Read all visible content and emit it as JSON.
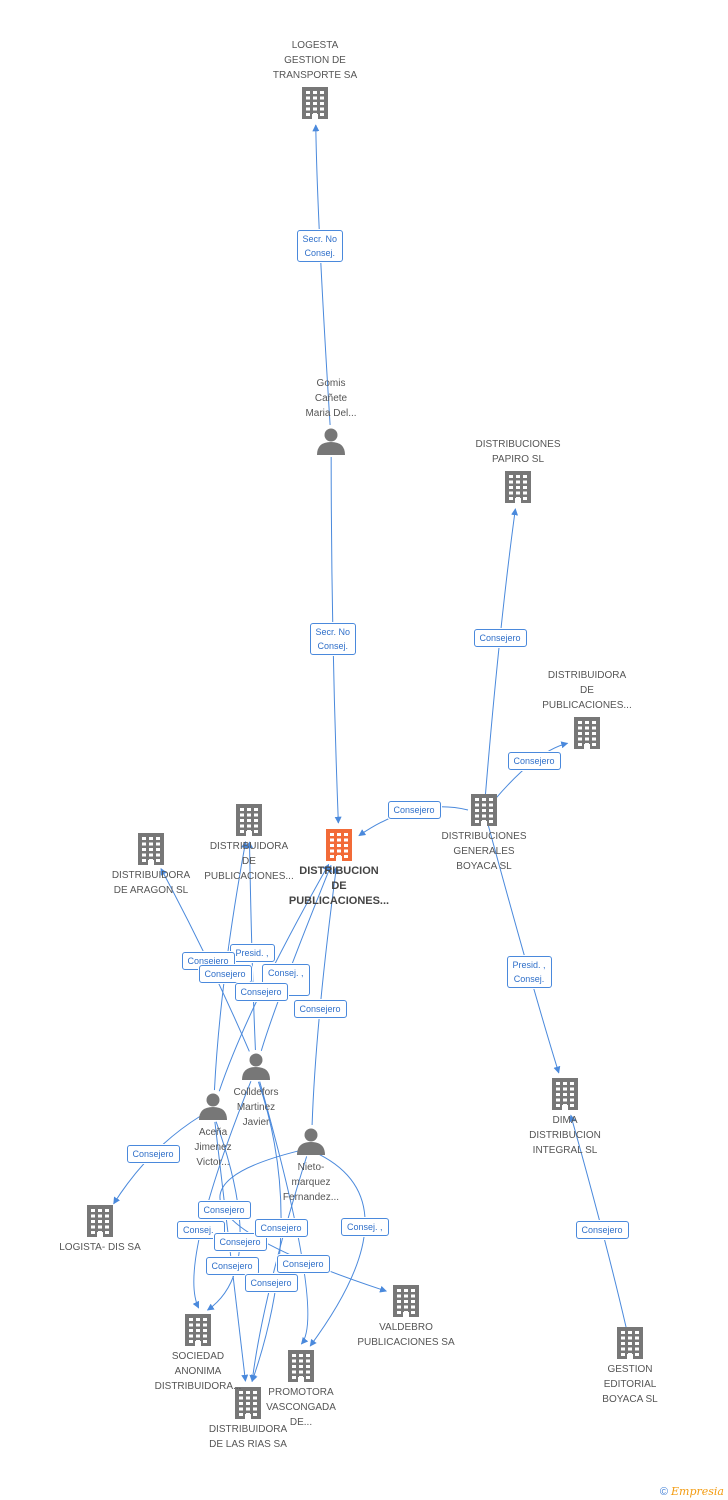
{
  "colors": {
    "edge": "#4a89dc",
    "node": "#777777",
    "focus": "#f26b38"
  },
  "nodes": [
    {
      "id": "logesta",
      "type": "company",
      "label": "LOGESTA\nGESTION DE\nTRANSPORTE SA"
    },
    {
      "id": "gomis",
      "type": "person",
      "label": "Gomis\nCañete\nMaria Del..."
    },
    {
      "id": "papiro",
      "type": "company",
      "label": "DISTRIBUCIONES\nPAPIRO SL"
    },
    {
      "id": "dist_pub_r",
      "type": "company",
      "label": "DISTRIBUIDORA\nDE\nPUBLICACIONES..."
    },
    {
      "id": "boyaca",
      "type": "company",
      "label": "DISTRIBUCIONES\nGENERALES\nBOYACA SL"
    },
    {
      "id": "focus",
      "type": "focus",
      "label": "DISTRIBUCION\nDE\nPUBLICACIONES..."
    },
    {
      "id": "dist_pub_l",
      "type": "company",
      "label": "DISTRIBUIDORA\nDE\nPUBLICACIONES..."
    },
    {
      "id": "aragon",
      "type": "company",
      "label": "DISTRIBUIDORA\nDE ARAGON SL"
    },
    {
      "id": "colldefors",
      "type": "person",
      "label": "Colldefors\nMartinez\nJavier"
    },
    {
      "id": "acena",
      "type": "person",
      "label": "Aceña\nJimenez\nVictor..."
    },
    {
      "id": "nieto",
      "type": "person",
      "label": "Nieto-\nmarquez\nFernandez..."
    },
    {
      "id": "dima",
      "type": "company",
      "label": "DIMA\nDISTRIBUCION\nINTEGRAL SL"
    },
    {
      "id": "logista",
      "type": "company",
      "label": "LOGISTA- DIS SA"
    },
    {
      "id": "valdebro",
      "type": "company",
      "label": "VALDEBRO\nPUBLICACIONES SA"
    },
    {
      "id": "sociedad",
      "type": "company",
      "label": "SOCIEDAD\nANONIMA\nDISTRIBUIDORA..."
    },
    {
      "id": "promotora",
      "type": "company",
      "label": "PROMOTORA\nVASCONGADA\nDE..."
    },
    {
      "id": "rias",
      "type": "company",
      "label": "DISTRIBUIDORA\nDE LAS RIAS SA"
    },
    {
      "id": "gestion",
      "type": "company",
      "label": "GESTION\nEDITORIAL\nBOYACA  SL"
    }
  ],
  "edges": [
    {
      "from": "gomis",
      "to": "logesta",
      "label": "Secr.  No\nConsej."
    },
    {
      "from": "gomis",
      "to": "focus",
      "label": "Secr.  No\nConsej."
    },
    {
      "from": "boyaca",
      "to": "papiro",
      "label": "Consejero"
    },
    {
      "from": "boyaca",
      "to": "dist_pub_r",
      "label": "Consejero"
    },
    {
      "from": "boyaca",
      "to": "focus",
      "label": "Consejero"
    },
    {
      "from": "boyaca",
      "to": "dima",
      "label": "Presid. ,\nConsej."
    },
    {
      "from": "gestion",
      "to": "dima",
      "label": "Consejero"
    },
    {
      "from": "colldefors",
      "to": "dist_pub_l",
      "label": "Presid. ,"
    },
    {
      "from": "colldefors",
      "to": "aragon",
      "label": "Consejero"
    },
    {
      "from": "acena",
      "to": "dist_pub_l",
      "label": "Consejero"
    },
    {
      "from": "colldefors",
      "to": "focus",
      "label": "Consej. ,\nd."
    },
    {
      "from": "acena",
      "to": "focus",
      "label": "Consejero"
    },
    {
      "from": "nieto",
      "to": "focus",
      "label": "Consejero"
    },
    {
      "from": "acena",
      "to": "logista",
      "label": "Consejero"
    },
    {
      "from": "nieto",
      "to": "valdebro",
      "label": "Consejero"
    },
    {
      "from": "colldefors",
      "to": "sociedad",
      "label": "Consej. ,"
    },
    {
      "from": "acena",
      "to": "sociedad",
      "label": "Consejero"
    },
    {
      "from": "colldefors",
      "to": "rias",
      "label": "Consejero"
    },
    {
      "from": "nieto",
      "to": "promotora",
      "label": "Consej. ,"
    },
    {
      "from": "acena",
      "to": "rias",
      "label": "Consejero"
    },
    {
      "from": "colldefors",
      "to": "promotora",
      "label": "Consejero"
    },
    {
      "from": "nieto",
      "to": "rias",
      "label": "Consejero"
    }
  ],
  "footer": {
    "copyright": "©",
    "brand": "Empresia"
  }
}
